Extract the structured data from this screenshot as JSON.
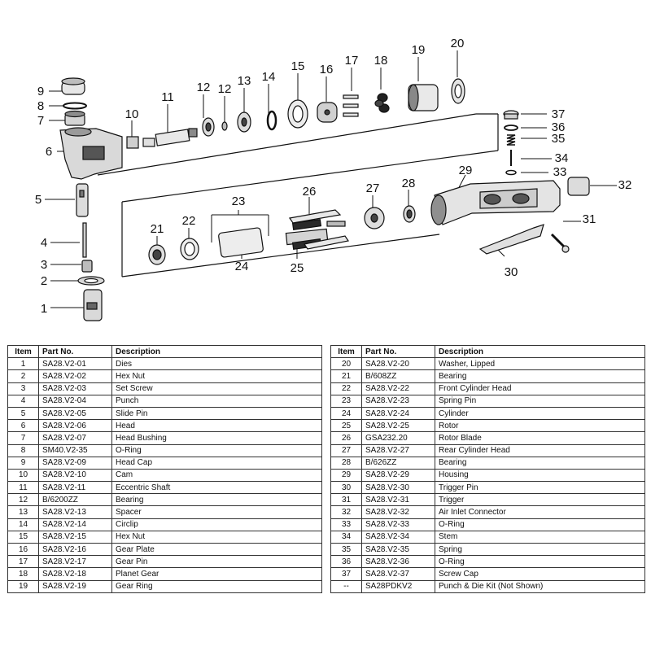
{
  "diagram": {
    "callouts": [
      "1",
      "2",
      "3",
      "4",
      "5",
      "6",
      "7",
      "8",
      "9",
      "10",
      "11",
      "12",
      "12",
      "13",
      "14",
      "15",
      "16",
      "17",
      "18",
      "19",
      "20",
      "21",
      "22",
      "23",
      "24",
      "25",
      "26",
      "27",
      "28",
      "29",
      "30",
      "31",
      "32",
      "33",
      "34",
      "35",
      "36",
      "37"
    ]
  },
  "table": {
    "headers": {
      "item": "Item",
      "part": "Part No.",
      "desc": "Description"
    },
    "left": [
      {
        "item": "1",
        "part": "SA28.V2-01",
        "desc": "Dies"
      },
      {
        "item": "2",
        "part": "SA28.V2-02",
        "desc": "Hex Nut"
      },
      {
        "item": "3",
        "part": "SA28.V2-03",
        "desc": "Set Screw"
      },
      {
        "item": "4",
        "part": "SA28.V2-04",
        "desc": "Punch"
      },
      {
        "item": "5",
        "part": "SA28.V2-05",
        "desc": "Slide Pin"
      },
      {
        "item": "6",
        "part": "SA28.V2-06",
        "desc": "Head"
      },
      {
        "item": "7",
        "part": "SA28.V2-07",
        "desc": "Head Bushing"
      },
      {
        "item": "8",
        "part": "SM40.V2-35",
        "desc": "O-Ring"
      },
      {
        "item": "9",
        "part": "SA28.V2-09",
        "desc": "Head Cap"
      },
      {
        "item": "10",
        "part": "SA28.V2-10",
        "desc": "Cam"
      },
      {
        "item": "11",
        "part": "SA28.V2-11",
        "desc": "Eccentric Shaft"
      },
      {
        "item": "12",
        "part": "B/6200ZZ",
        "desc": "Bearing"
      },
      {
        "item": "13",
        "part": "SA28.V2-13",
        "desc": "Spacer"
      },
      {
        "item": "14",
        "part": "SA28.V2-14",
        "desc": "Circlip"
      },
      {
        "item": "15",
        "part": "SA28.V2-15",
        "desc": "Hex Nut"
      },
      {
        "item": "16",
        "part": "SA28.V2-16",
        "desc": "Gear Plate"
      },
      {
        "item": "17",
        "part": "SA28.V2-17",
        "desc": "Gear Pin"
      },
      {
        "item": "18",
        "part": "SA28.V2-18",
        "desc": "Planet Gear"
      },
      {
        "item": "19",
        "part": "SA28.V2-19",
        "desc": "Gear Ring"
      }
    ],
    "right": [
      {
        "item": "20",
        "part": "SA28.V2-20",
        "desc": "Washer, Lipped"
      },
      {
        "item": "21",
        "part": "B/608ZZ",
        "desc": "Bearing"
      },
      {
        "item": "22",
        "part": "SA28.V2-22",
        "desc": "Front Cylinder Head"
      },
      {
        "item": "23",
        "part": "SA28.V2-23",
        "desc": "Spring Pin"
      },
      {
        "item": "24",
        "part": "SA28.V2-24",
        "desc": "Cylinder"
      },
      {
        "item": "25",
        "part": "SA28.V2-25",
        "desc": "Rotor"
      },
      {
        "item": "26",
        "part": "GSA232.20",
        "desc": "Rotor Blade"
      },
      {
        "item": "27",
        "part": "SA28.V2-27",
        "desc": "Rear Cylinder Head"
      },
      {
        "item": "28",
        "part": "B/626ZZ",
        "desc": "Bearing"
      },
      {
        "item": "29",
        "part": "SA28.V2-29",
        "desc": "Housing"
      },
      {
        "item": "30",
        "part": "SA28.V2-30",
        "desc": "Trigger Pin"
      },
      {
        "item": "31",
        "part": "SA28.V2-31",
        "desc": "Trigger"
      },
      {
        "item": "32",
        "part": "SA28.V2-32",
        "desc": "Air Inlet Connector"
      },
      {
        "item": "33",
        "part": "SA28.V2-33",
        "desc": "O-Ring"
      },
      {
        "item": "34",
        "part": "SA28.V2-34",
        "desc": "Stem"
      },
      {
        "item": "35",
        "part": "SA28.V2-35",
        "desc": "Spring"
      },
      {
        "item": "36",
        "part": "SA28.V2-36",
        "desc": "O-Ring"
      },
      {
        "item": "37",
        "part": "SA28.V2-37",
        "desc": "Screw Cap"
      },
      {
        "item": "--",
        "part": "SA28PDKV2",
        "desc": "Punch & Die Kit (Not Shown)"
      }
    ]
  }
}
